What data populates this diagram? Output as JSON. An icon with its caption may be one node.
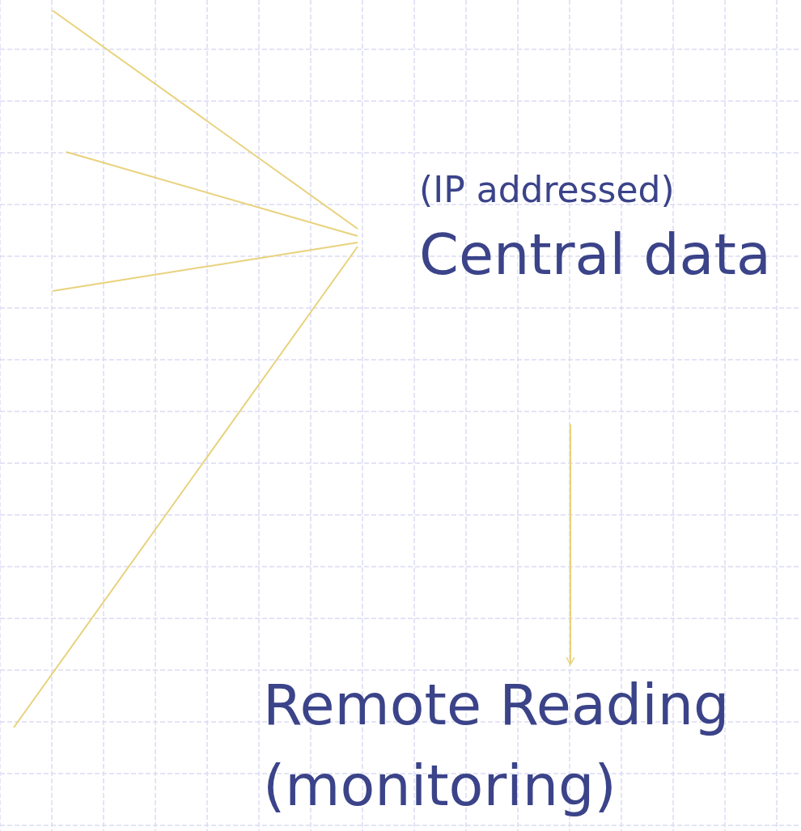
{
  "diagram": {
    "nodes": [
      {
        "text": [
          "(IP addressed)",
          "Central data"
        ]
      },
      {
        "text": [
          "Remote Reading (monitoring)"
        ]
      }
    ],
    "edges": [
      {
        "from": null,
        "to": 0,
        "arrow": "none"
      },
      {
        "from": null,
        "to": 0,
        "arrow": "none"
      },
      {
        "from": null,
        "to": 0,
        "arrow": "none"
      },
      {
        "from": null,
        "to": 0,
        "arrow": "none"
      },
      {
        "from": null,
        "to": 1,
        "arrow": "to"
      }
    ]
  }
}
